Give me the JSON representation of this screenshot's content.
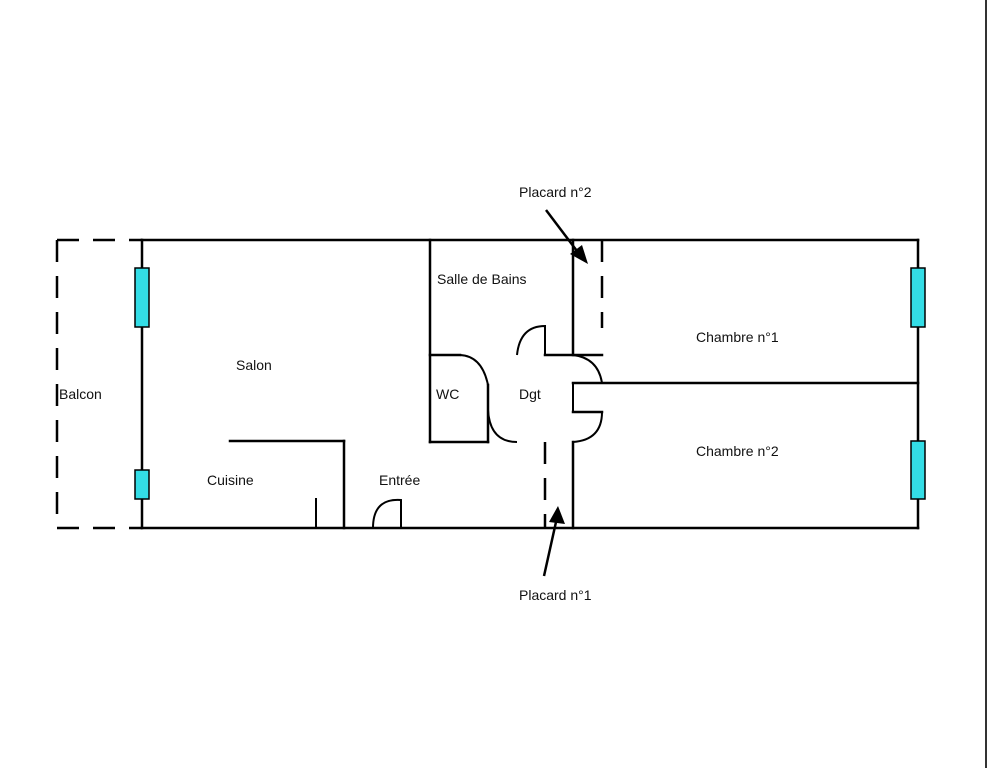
{
  "rooms": {
    "salon": "Salon",
    "balcon": "Balcon",
    "cuisine": "Cuisine",
    "entree": "Entrée",
    "salle_de_bains": "Salle de Bains",
    "wc": "WC",
    "dgt": "Dgt",
    "chambre1": "Chambre n°1",
    "chambre2": "Chambre n°2"
  },
  "callouts": {
    "placard2": "Placard n°2",
    "placard1": "Placard n°1"
  },
  "colors": {
    "wall": "#000000",
    "window": "#33dde6",
    "background": "#ffffff"
  }
}
